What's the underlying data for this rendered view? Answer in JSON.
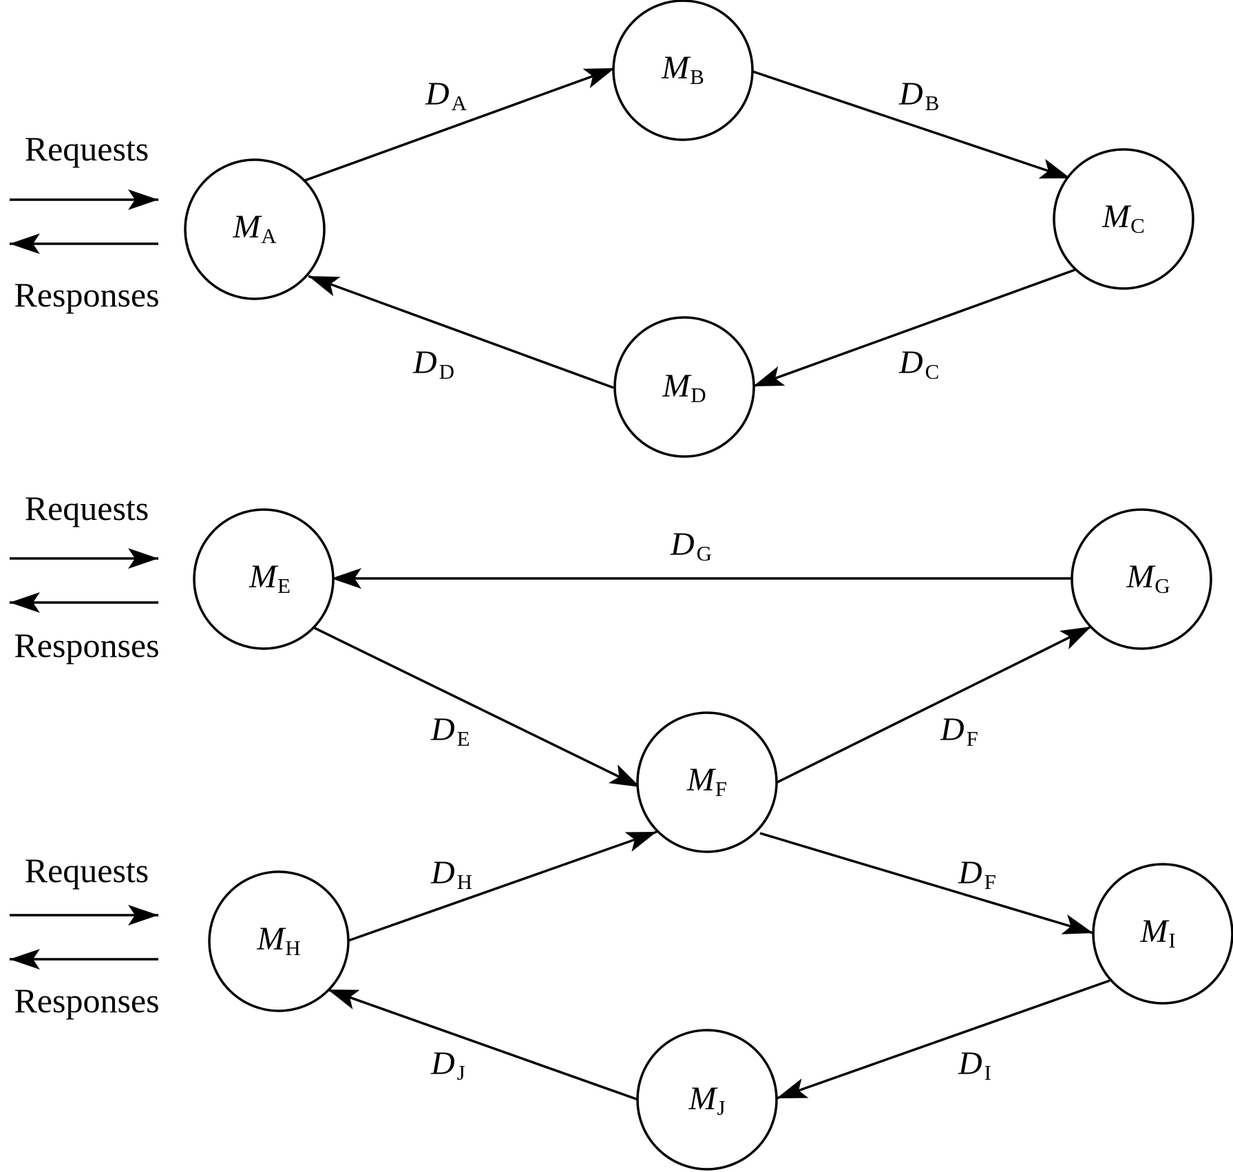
{
  "io_groups": [
    {
      "requests_label": "Requests",
      "responses_label": "Responses"
    },
    {
      "requests_label": "Requests",
      "responses_label": "Responses"
    },
    {
      "requests_label": "Requests",
      "responses_label": "Responses"
    }
  ],
  "nodes": [
    {
      "id": "A",
      "symbol": "M",
      "subscript": "A"
    },
    {
      "id": "B",
      "symbol": "M",
      "subscript": "B"
    },
    {
      "id": "C",
      "symbol": "M",
      "subscript": "C"
    },
    {
      "id": "D",
      "symbol": "M",
      "subscript": "D"
    },
    {
      "id": "E",
      "symbol": "M",
      "subscript": "E"
    },
    {
      "id": "F",
      "symbol": "M",
      "subscript": "F"
    },
    {
      "id": "G",
      "symbol": "M",
      "subscript": "G"
    },
    {
      "id": "H",
      "symbol": "M",
      "subscript": "H"
    },
    {
      "id": "I",
      "symbol": "M",
      "subscript": "I"
    },
    {
      "id": "J",
      "symbol": "M",
      "subscript": "J"
    }
  ],
  "edges": [
    {
      "from": "A",
      "to": "B",
      "symbol": "D",
      "subscript": "A"
    },
    {
      "from": "B",
      "to": "C",
      "symbol": "D",
      "subscript": "B"
    },
    {
      "from": "C",
      "to": "D",
      "symbol": "D",
      "subscript": "C"
    },
    {
      "from": "D",
      "to": "A",
      "symbol": "D",
      "subscript": "D"
    },
    {
      "from": "G",
      "to": "E",
      "symbol": "D",
      "subscript": "G"
    },
    {
      "from": "E",
      "to": "F",
      "symbol": "D",
      "subscript": "E"
    },
    {
      "from": "F",
      "to": "G",
      "symbol": "D",
      "subscript": "F"
    },
    {
      "from": "F",
      "to": "I",
      "symbol": "D",
      "subscript": "F"
    },
    {
      "from": "H",
      "to": "F",
      "symbol": "D",
      "subscript": "H"
    },
    {
      "from": "I",
      "to": "J",
      "symbol": "D",
      "subscript": "I"
    },
    {
      "from": "J",
      "to": "H",
      "symbol": "D",
      "subscript": "J"
    }
  ],
  "colors": {
    "stroke": "#000000",
    "background": "#ffffff"
  }
}
